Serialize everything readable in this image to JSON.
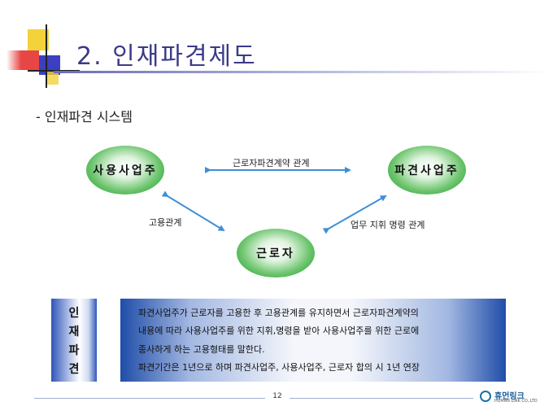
{
  "slide": {
    "title": "2. 인재파견제도",
    "subtitle": "- 인재파견 시스템",
    "page_number": "12"
  },
  "diagram": {
    "nodes": {
      "user_company": "사용사업주",
      "dispatch_company": "파견사업주",
      "worker": "근로자"
    },
    "edges": {
      "contract": "근로자파견계약 관계",
      "employment": "고용관계",
      "work_direction": "업무 지휘 명령 관계"
    }
  },
  "definition": {
    "heading_chars": [
      "인",
      "재",
      "파",
      "견"
    ],
    "lines": [
      "파견사업주가 근로자를 고용한 후 고용관계를 유지하면서 근로자파견계약의",
      "내용에 따라 사용사업주를 위한 지휘,명령을 받아 사용사업주를 위한 근로에",
      "종사하게 하는 고용형태를 말한다.",
      "파견기간은  1년으로 하며 파견사업주, 사용사업주, 근로자 합의 시 1년 연장"
    ]
  },
  "brand": {
    "name": "휴먼링크",
    "sub": "HUMAN LINK CO.,LTD"
  },
  "colors": {
    "title": "#3a3a8a",
    "node_green": "#129a2b",
    "arrow_blue": "#3f8fd6",
    "box_blue": "#1f4da8"
  }
}
